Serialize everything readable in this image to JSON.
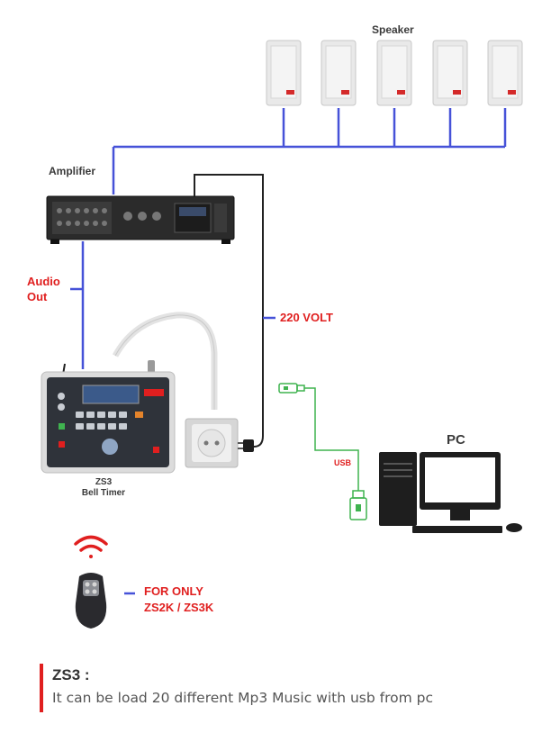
{
  "labels": {
    "speaker": "Speaker",
    "amplifier": "Amplifier",
    "audio_out_line1": "Audio",
    "audio_out_line2": "Out",
    "volt": "220 VOLT",
    "zs3_name": "ZS3",
    "zs3_sub": "Bell Timer",
    "usb": "USB",
    "pc": "PC",
    "for_only": "FOR ONLY",
    "models": "ZS2K / ZS3K"
  },
  "note": {
    "title": "ZS3 :",
    "text": "It can be load 20 different Mp3 Music with usb from pc"
  },
  "colors": {
    "audio_line": "#4652d8",
    "accent_red": "#e01f1f",
    "usb_line": "#3fb34f",
    "power_line": "#222222"
  },
  "icons": {
    "speakers": [
      "speaker-icon",
      "speaker-icon",
      "speaker-icon",
      "speaker-icon",
      "speaker-icon"
    ],
    "amplifier": "amplifier-icon",
    "bell_timer": "bell-timer-icon",
    "socket": "power-socket-icon",
    "plug": "power-plug-icon",
    "pc": "desktop-computer-icon",
    "usb": "usb-connector-icon",
    "remote": "remote-control-icon",
    "wifi": "wifi-icon"
  }
}
